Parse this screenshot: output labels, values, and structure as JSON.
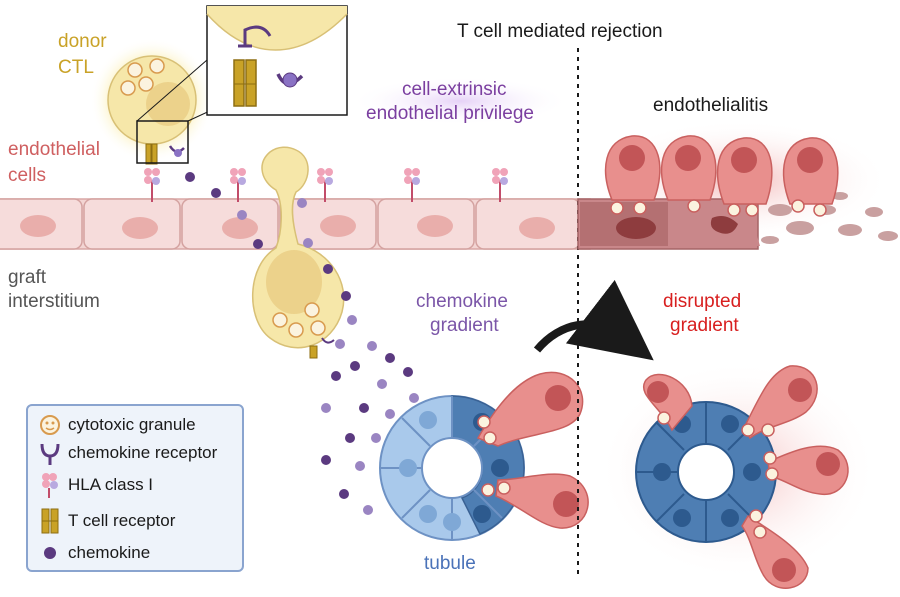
{
  "title": "T cell mediated rejection",
  "labels": {
    "donor_ctl": [
      "donor",
      "CTL"
    ],
    "endothelial_cells": [
      "endothelial",
      "cells"
    ],
    "graft_interstitium": [
      "graft",
      "interstitium"
    ],
    "privilege": [
      "cell-extrinsic",
      "endothelial privilege"
    ],
    "endothelialitis": "endothelialitis",
    "chemokine_gradient": [
      "chemokine",
      "gradient"
    ],
    "disrupted_gradient": [
      "disrupted",
      "gradient"
    ],
    "tubule": "tubule"
  },
  "legend": [
    {
      "icon": "cytotoxic-granule-icon",
      "label": "cytotoxic granule"
    },
    {
      "icon": "chemokine-receptor-icon",
      "label": "chemokine receptor"
    },
    {
      "icon": "hla-class-i-icon",
      "label": "HLA class I"
    },
    {
      "icon": "t-cell-receptor-icon",
      "label": "T cell receptor"
    },
    {
      "icon": "chemokine-icon",
      "label": "chemokine"
    }
  ],
  "colors": {
    "ctl": "#f6e7a9",
    "ctl_label": "#c9a227",
    "endothelial": "#f3d5d3",
    "endothelial_label": "#cf5f60",
    "interstitium_label": "#555555",
    "privilege_label": "#7b3fa0",
    "chemokine_label": "#7b56a8",
    "disrupted_label": "#d81f1f",
    "tubule_label": "#4a72b8",
    "tubule": "#4e7eb3",
    "chemokine": "#5b3a80"
  }
}
